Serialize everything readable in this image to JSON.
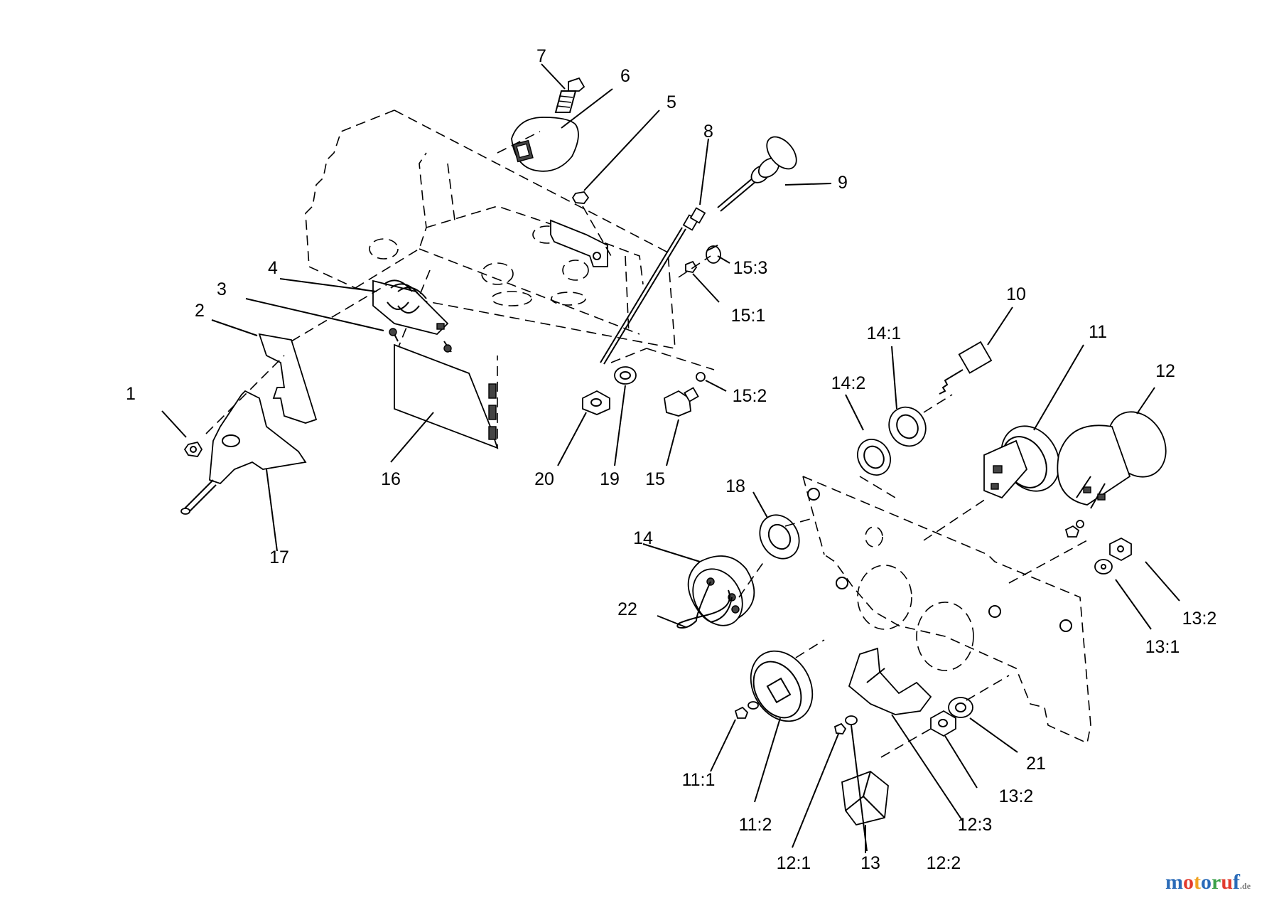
{
  "diagram": {
    "callouts": [
      {
        "id": "1",
        "label": "1"
      },
      {
        "id": "2",
        "label": "2"
      },
      {
        "id": "3",
        "label": "3"
      },
      {
        "id": "4",
        "label": "4"
      },
      {
        "id": "5",
        "label": "5"
      },
      {
        "id": "6",
        "label": "6"
      },
      {
        "id": "7",
        "label": "7"
      },
      {
        "id": "8",
        "label": "8"
      },
      {
        "id": "9",
        "label": "9"
      },
      {
        "id": "10",
        "label": "10"
      },
      {
        "id": "11",
        "label": "11"
      },
      {
        "id": "12",
        "label": "12"
      },
      {
        "id": "13",
        "label": "13"
      },
      {
        "id": "14",
        "label": "14"
      },
      {
        "id": "15",
        "label": "15"
      },
      {
        "id": "16",
        "label": "16"
      },
      {
        "id": "17",
        "label": "17"
      },
      {
        "id": "18",
        "label": "18"
      },
      {
        "id": "19",
        "label": "19"
      },
      {
        "id": "20",
        "label": "20"
      },
      {
        "id": "21",
        "label": "21"
      },
      {
        "id": "22",
        "label": "22"
      },
      {
        "id": "15_3",
        "label": "15:3"
      },
      {
        "id": "15_1",
        "label": "15:1"
      },
      {
        "id": "15_2",
        "label": "15:2"
      },
      {
        "id": "14_1",
        "label": "14:1"
      },
      {
        "id": "14_2",
        "label": "14:2"
      },
      {
        "id": "13_2a",
        "label": "13:2"
      },
      {
        "id": "13_1",
        "label": "13:1"
      },
      {
        "id": "11_1",
        "label": "11:1"
      },
      {
        "id": "11_2",
        "label": "11:2"
      },
      {
        "id": "12_1",
        "label": "12:1"
      },
      {
        "id": "12_2",
        "label": "12:2"
      },
      {
        "id": "12_3",
        "label": "12:3"
      },
      {
        "id": "13_2b",
        "label": "13:2"
      }
    ]
  },
  "watermark": {
    "letters": [
      {
        "ch": "m",
        "color": "#2a6bb8"
      },
      {
        "ch": "o",
        "color": "#e23b2e"
      },
      {
        "ch": "t",
        "color": "#f0a323"
      },
      {
        "ch": "o",
        "color": "#2a6bb8"
      },
      {
        "ch": "r",
        "color": "#3aa148"
      },
      {
        "ch": "u",
        "color": "#e23b2e"
      },
      {
        "ch": "f",
        "color": "#2a6bb8"
      }
    ],
    "suffix": ".de"
  }
}
